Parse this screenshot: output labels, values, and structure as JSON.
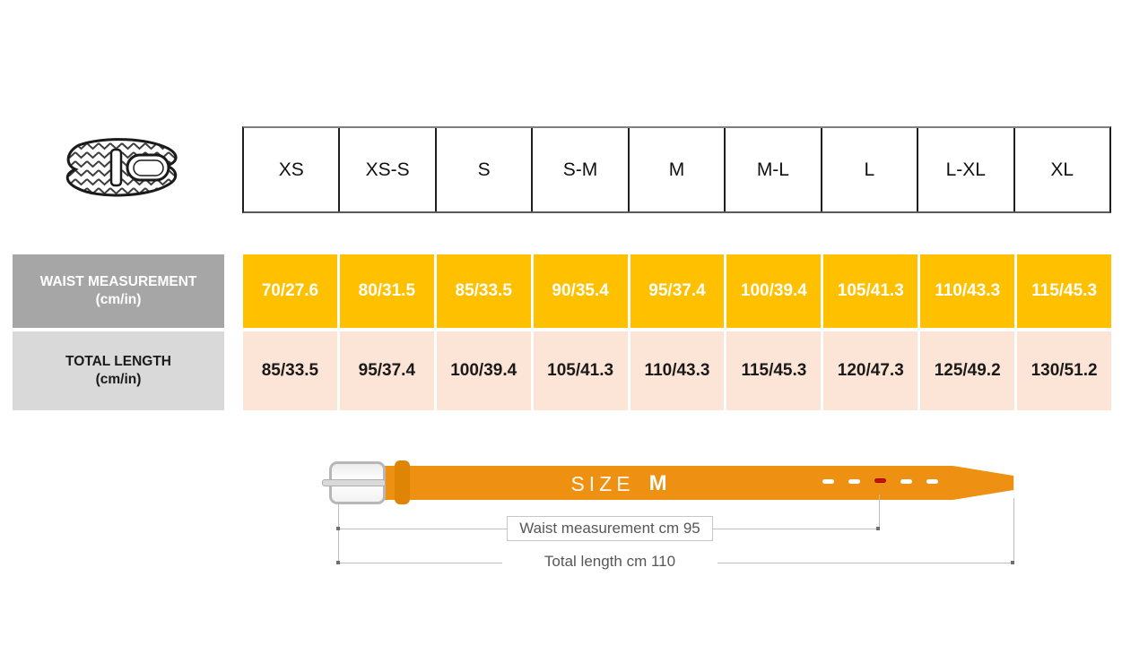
{
  "chart_data": {
    "type": "table",
    "columns": [
      "XS",
      "XS-S",
      "S",
      "S-M",
      "M",
      "M-L",
      "L",
      "L-XL",
      "XL"
    ],
    "rows": [
      {
        "label": "WAIST MEASUREMENT",
        "label_sub": "(cm/in)",
        "values": [
          "70/27.6",
          "80/31.5",
          "85/33.5",
          "90/35.4",
          "95/37.4",
          "100/39.4",
          "105/41.3",
          "110/43.3",
          "115/45.3"
        ]
      },
      {
        "label": "TOTAL LENGTH",
        "label_sub": "(cm/in)",
        "values": [
          "85/33.5",
          "95/37.4",
          "100/39.4",
          "105/41.3",
          "110/43.3",
          "115/45.3",
          "120/47.3",
          "125/49.2",
          "130/51.2"
        ]
      }
    ],
    "annotations": [
      "SIZE M",
      "Waist measurement cm 95",
      "Total length cm 110"
    ]
  },
  "diagram": {
    "size_word": "SIZE",
    "size_value": "M",
    "waist_annotation": "Waist measurement cm 95",
    "length_annotation": "Total length cm 110",
    "holes": [
      "white",
      "white",
      "red",
      "white",
      "white"
    ]
  },
  "icons": {
    "belt_icon": "braided-belt-icon"
  },
  "colors": {
    "waist_cell": "#FFC000",
    "length_cell": "#FCE4D6",
    "waist_label_bg": "#A6A6A6",
    "length_label_bg": "#D9D9D9",
    "belt_strap": "#EE9112",
    "belt_keeper": "#E08406",
    "hole_red": "#C81010",
    "annotation_text": "#575757"
  }
}
